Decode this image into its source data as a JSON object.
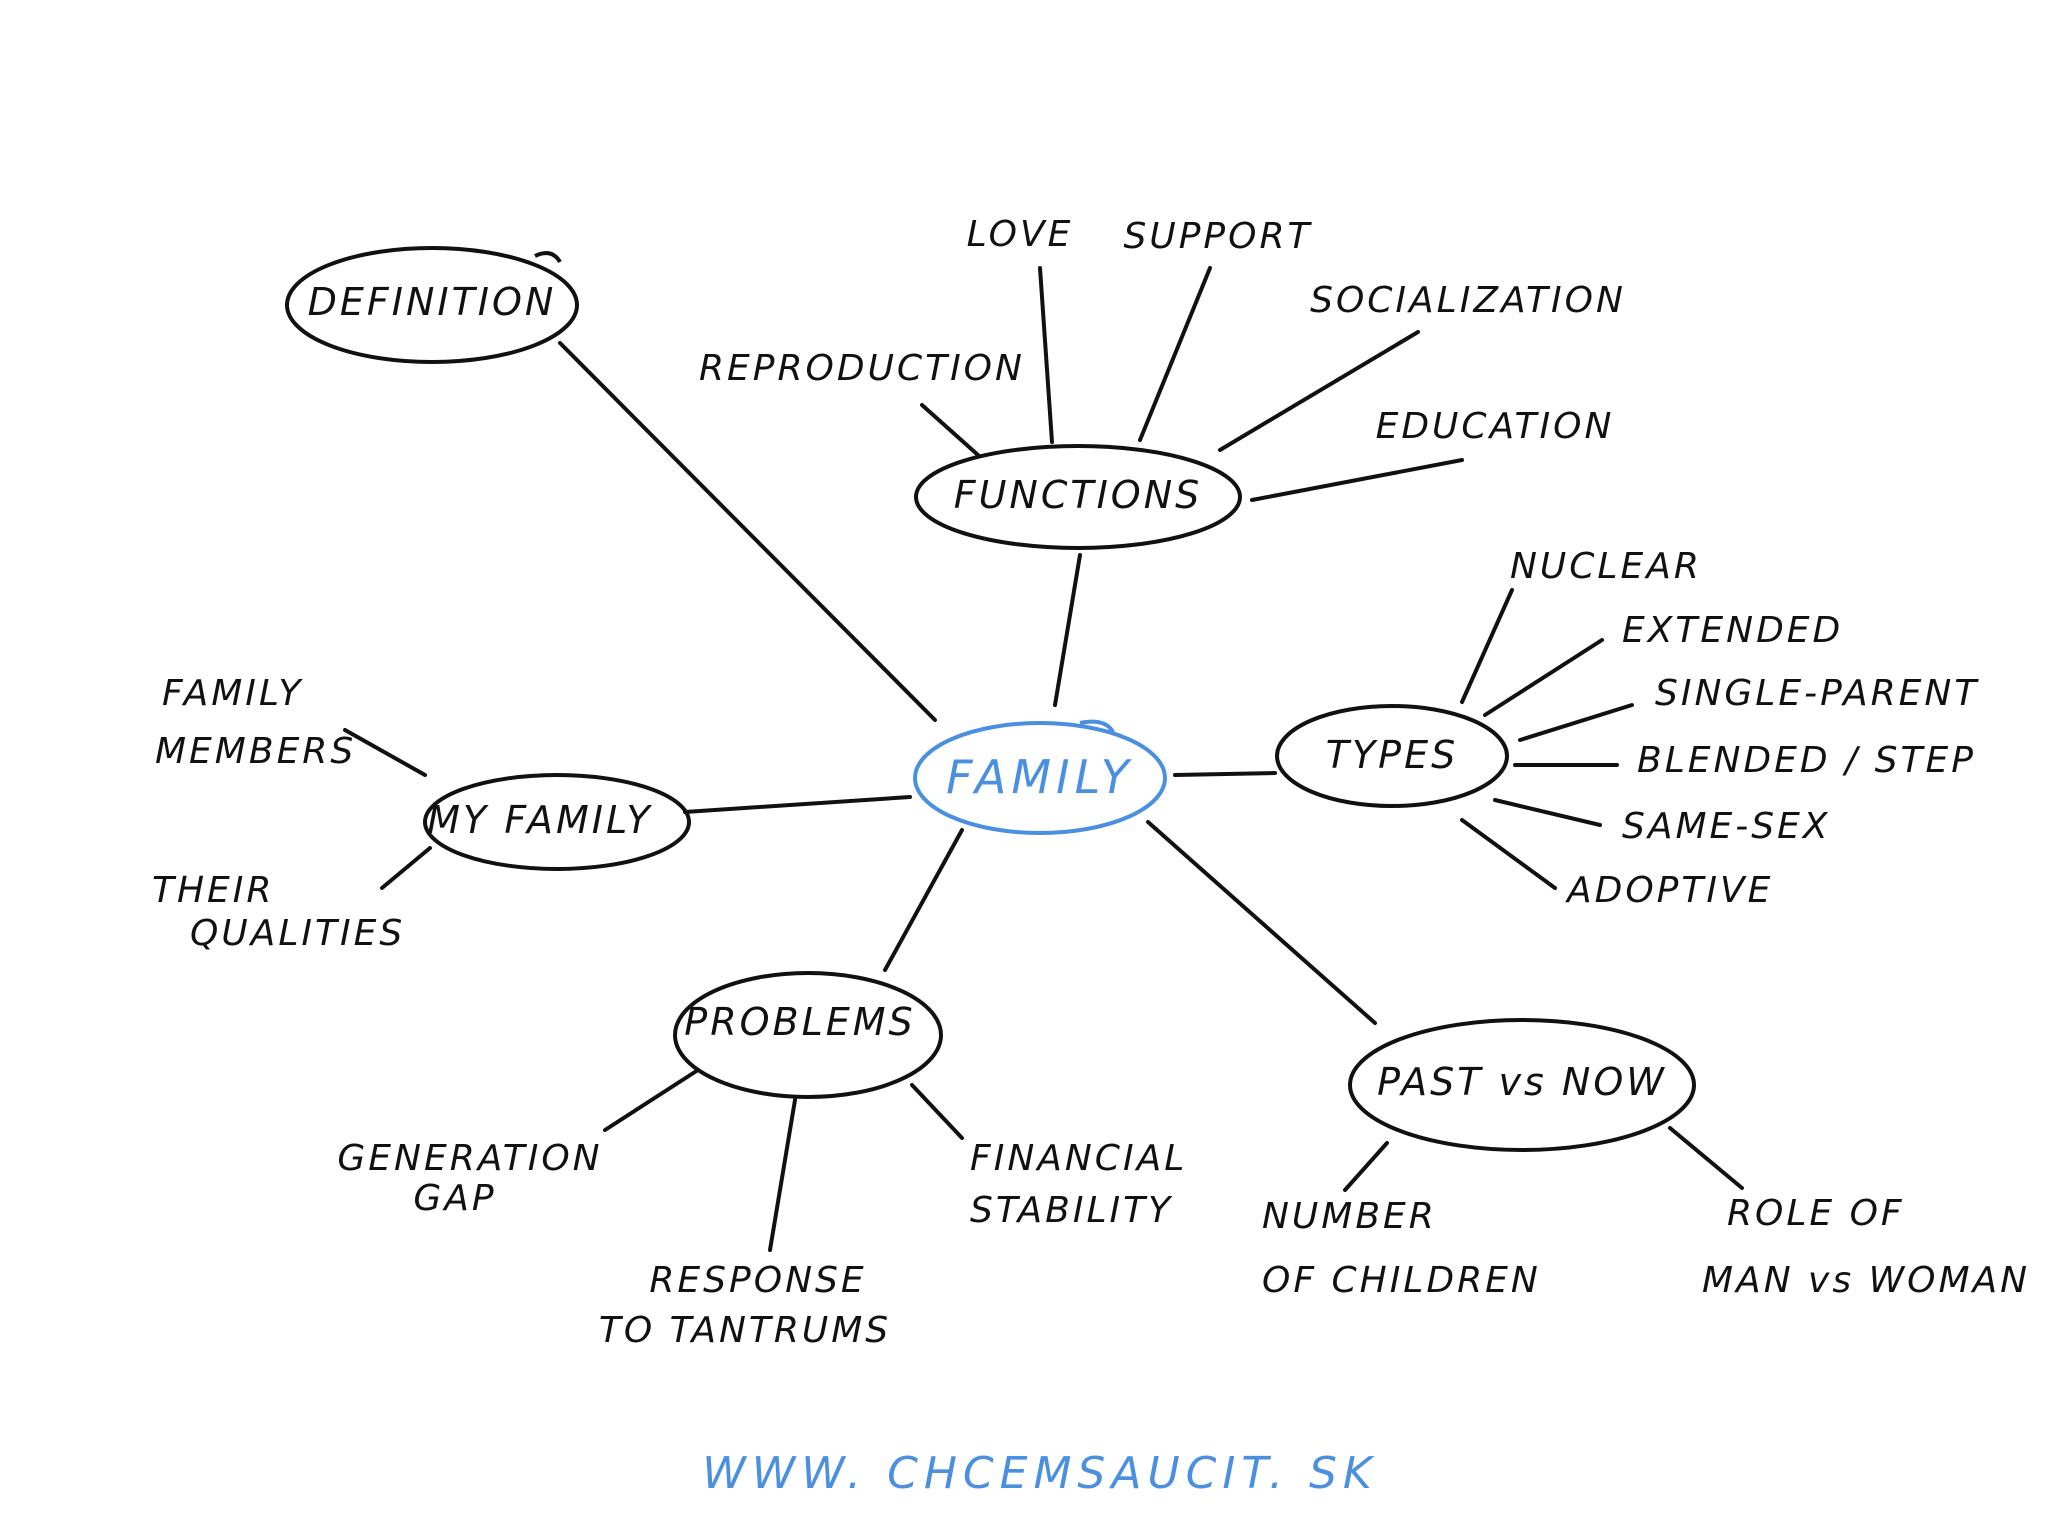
{
  "center": {
    "label": "FAMILY",
    "color": "#4a8fe0"
  },
  "nodes": {
    "definition": "DEFINITION",
    "functions": "FUNCTIONS",
    "types": "TYPES",
    "my_family": "MY FAMILY",
    "problems": "PROBLEMS",
    "past_vs_now": "PAST vs NOW"
  },
  "functions_items": {
    "love": "LOVE",
    "support": "SUPPORT",
    "socialization": "SOCIALIZATION",
    "reproduction": "REPRODUCTION",
    "education": "EDUCATION"
  },
  "types_items": {
    "nuclear": "NUCLEAR",
    "extended": "EXTENDED",
    "single_parent": "SINGLE-PARENT",
    "blended_step": "BLENDED / STEP",
    "same_sex": "SAME-SEX",
    "adoptive": "ADOPTIVE"
  },
  "my_family_items": {
    "family_members_1": "FAMILY",
    "family_members_2": "MEMBERS",
    "their_qualities_1": "THEIR",
    "their_qualities_2": "QUALITIES"
  },
  "problems_items": {
    "generation_gap_1": "GENERATION",
    "generation_gap_2": "GAP",
    "response_1": "RESPONSE",
    "response_2": "TO TANTRUMS",
    "financial_1": "FINANCIAL",
    "financial_2": "STABILITY"
  },
  "past_now_items": {
    "children_1": "NUMBER",
    "children_2": "OF CHILDREN",
    "role_1": "ROLE OF",
    "role_2": "MAN vs WOMAN"
  },
  "footer": {
    "url": "WWW. CHCEMSAUCIT. SK",
    "color": "#4a8fe0"
  }
}
